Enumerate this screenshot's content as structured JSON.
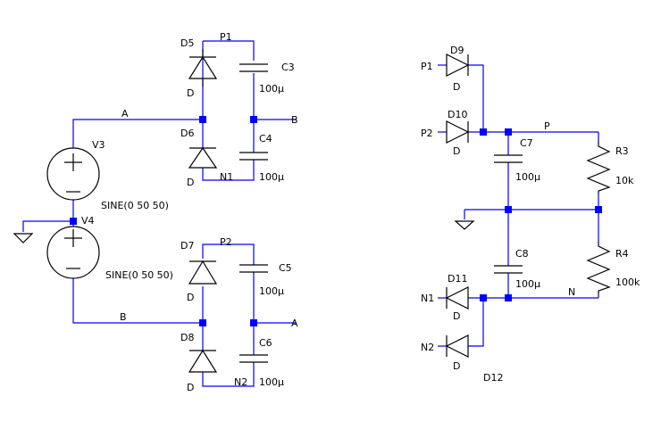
{
  "labels": {
    "D5": "D5",
    "D6": "D6",
    "D7": "D7",
    "D8": "D8",
    "D9": "D9",
    "D10": "D10",
    "D11": "D11",
    "D12": "D12",
    "D": "D",
    "C3": "C3",
    "C4": "C4",
    "C5": "C5",
    "C6": "C6",
    "C7": "C7",
    "C8": "C8",
    "cap_value": "100μ",
    "V3": "V3",
    "V4": "V4",
    "sine": "SINE(0 50 50)",
    "R3": "R3",
    "R4": "R4",
    "r3_value": "10k",
    "r4_value": "100k",
    "P": "P",
    "N": "N",
    "A": "A",
    "B": "B",
    "P1": "P1",
    "P2": "P2",
    "N1": "N1",
    "N2": "N2",
    "plus": "+",
    "minus": "−"
  }
}
